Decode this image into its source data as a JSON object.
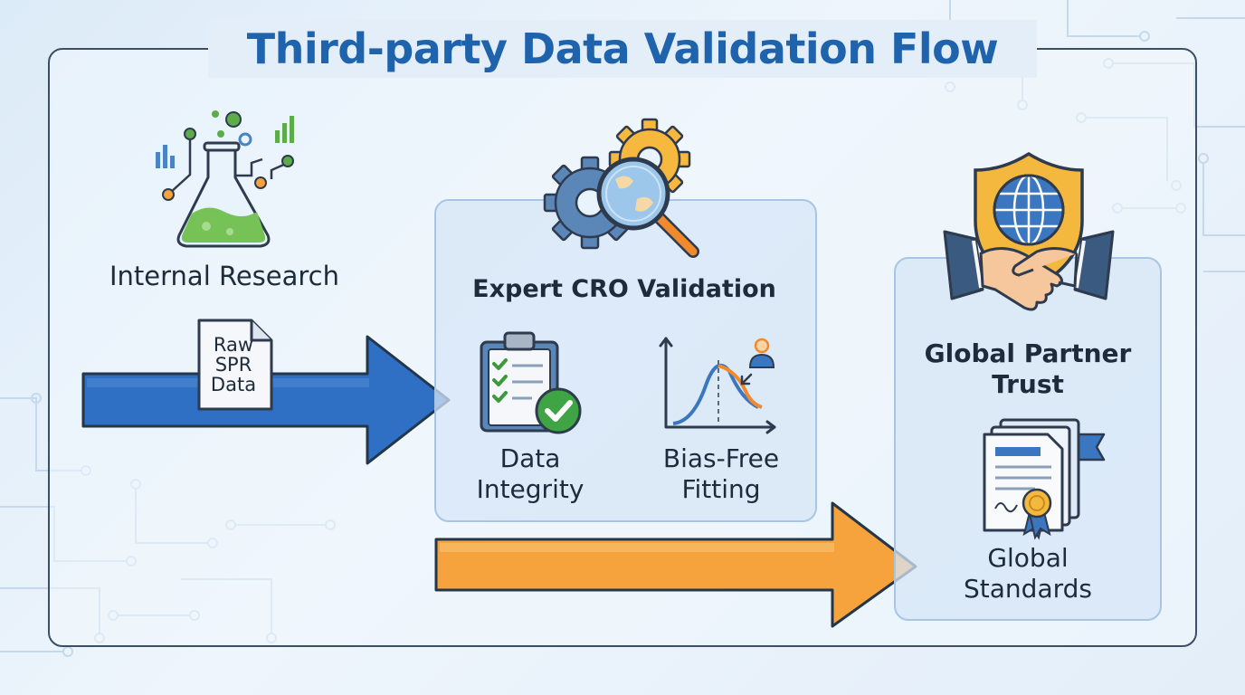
{
  "title": "Third-party Data Validation Flow",
  "internal_research": {
    "label": "Internal Research",
    "icon": "flask-icon"
  },
  "raw_data_doc": {
    "lines": [
      "Raw",
      "SPR",
      "Data"
    ],
    "icon": "document-icon"
  },
  "cro_panel": {
    "title": "Expert CRO Validation",
    "icon": "gears-magnifier-icon",
    "items": [
      {
        "line1": "Data",
        "line2": "Integrity",
        "icon": "clipboard-check-icon"
      },
      {
        "line1": "Bias-Free",
        "line2": "Fitting",
        "icon": "curve-fit-chart-icon"
      }
    ]
  },
  "partner_panel": {
    "title_line1": "Global Partner",
    "title_line2": "Trust",
    "icon": "handshake-shield-icon",
    "standards_line1": "Global",
    "standards_line2": "Standards",
    "standards_icon": "certificate-icon"
  },
  "colors": {
    "title": "#1f63ad",
    "blue_arrow": "#2f6fc4",
    "orange_arrow": "#f6a33e",
    "frame": "#3d4f63"
  }
}
